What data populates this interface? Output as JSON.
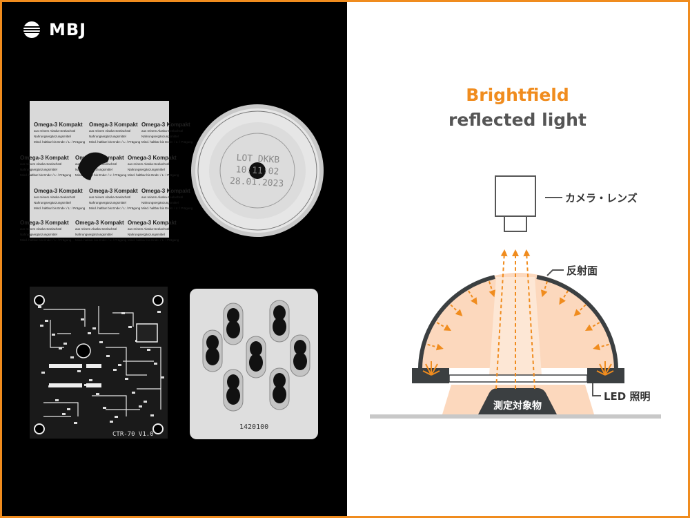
{
  "logo": {
    "text": "MBJ"
  },
  "samples": {
    "label_text": [
      "Omega-3 Kompakt",
      "aus reinem Alaska-Seelachsöl",
      "Nahrungsergänzungsmittel",
      "Mind. haltbar bis Ende: / L: / Prägung"
    ],
    "can_lines": [
      "LOT DKKB",
      "10:11:02",
      "28.01.2023"
    ],
    "pcb_label": "CTR-70 V1.0",
    "blister_code": "1420100"
  },
  "diagram": {
    "title": "Brightfield",
    "subtitle": "reflected light",
    "labels": {
      "camera": "カメラ・レンズ",
      "reflector": "反射面",
      "led": "LED 照明",
      "object": "測定対象物"
    },
    "colors": {
      "accent": "#f08c1e",
      "dome": "#3b3f41",
      "light_fill": "#fcd8bd",
      "stage": "#c8c8c8"
    }
  }
}
